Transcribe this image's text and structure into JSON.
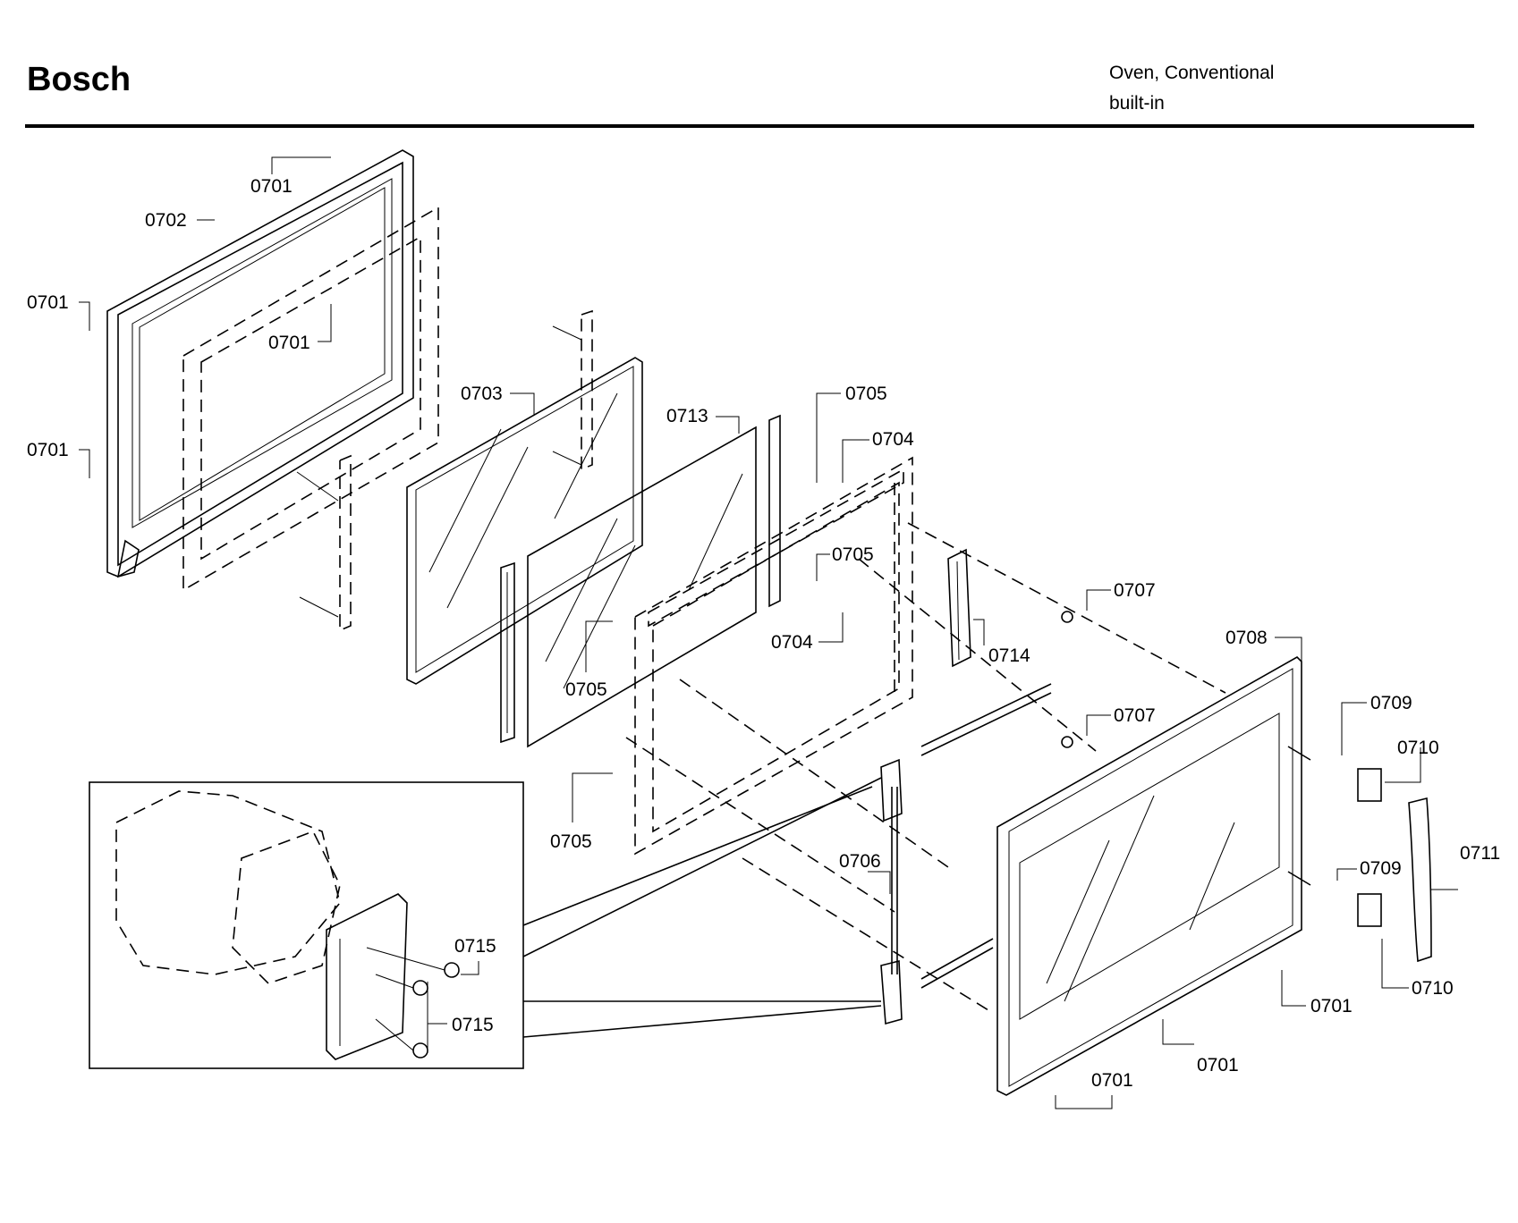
{
  "header": {
    "brand": "Bosch",
    "appliance_type": "Oven, Conventional",
    "appliance_subtype": "built-in"
  },
  "callouts": {
    "c1": "0701",
    "c2": "0702",
    "c3": "0701",
    "c4": "0701",
    "c5": "0701",
    "c6": "0703",
    "c7": "0713",
    "c8": "0705",
    "c9": "0704",
    "c10": "0705",
    "c11": "0704",
    "c12": "0714",
    "c13": "0705",
    "c14": "0705",
    "c15": "0707",
    "c16": "0707",
    "c17": "0708",
    "c18": "0709",
    "c19": "0710",
    "c20": "0711",
    "c21": "0709",
    "c22": "0710",
    "c23": "0706",
    "c24": "0715",
    "c25": "0715",
    "c26": "0701",
    "c27": "0701",
    "c28": "0701"
  }
}
